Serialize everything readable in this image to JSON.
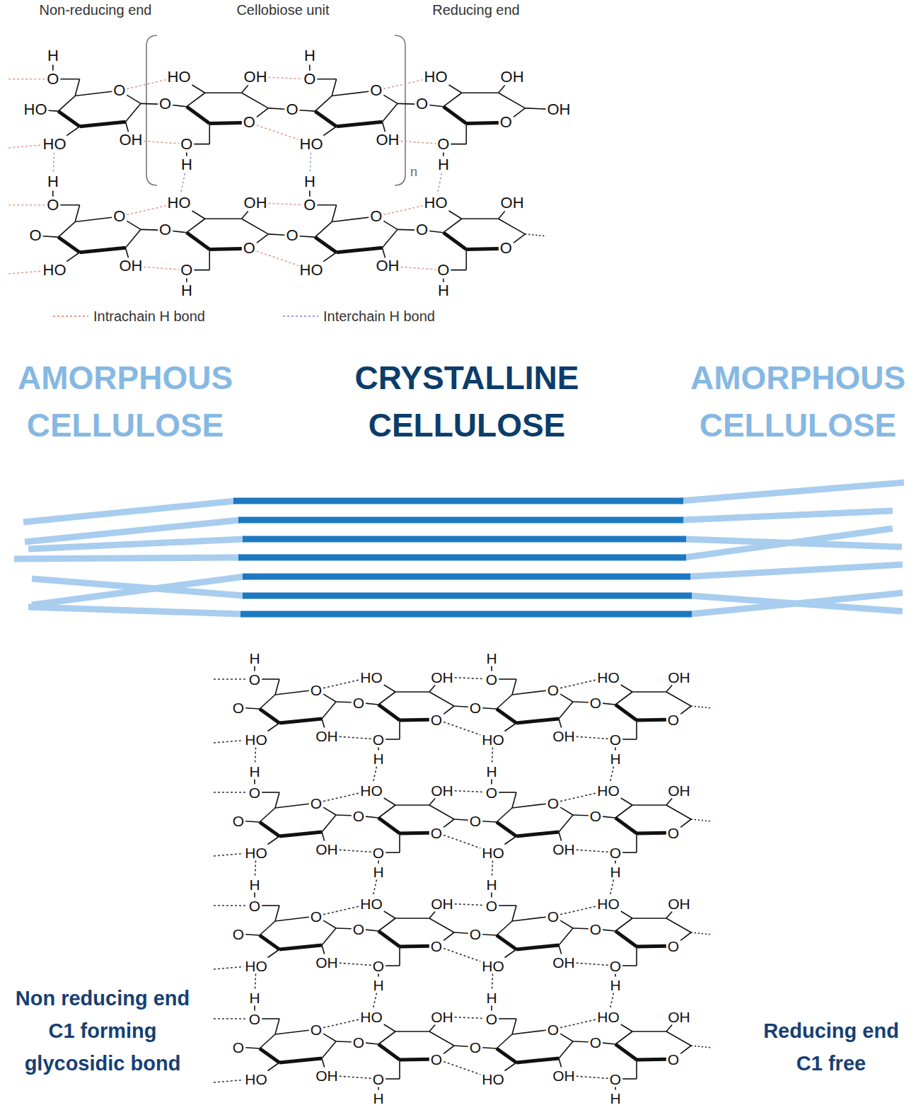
{
  "diagram": {
    "labels": [
      "Non-reducing end",
      "Cellobiose unit",
      "Reducing end",
      "H",
      "O",
      "O",
      "HO",
      "OH",
      "HO",
      "O",
      "O",
      "HO",
      "OH",
      "O",
      "H",
      "H",
      "O",
      "O",
      "HO",
      "OH",
      "O",
      "O",
      "O",
      "HO",
      "OH",
      "O",
      "H",
      "OH",
      "H",
      "O",
      "O",
      "HO",
      "OH",
      "O",
      "O",
      "O",
      "HO",
      "OH",
      "O",
      "H",
      "H",
      "O",
      "O",
      "HO",
      "OH",
      "O",
      "O",
      "O",
      "HO",
      "OH",
      "O",
      "H",
      "n",
      "AMORPHOUS CELLULOSE",
      "CRYSTALLINE CELLULOSE",
      "AMORPHOUS CELLULOSE",
      "H",
      "O",
      "O",
      "HO",
      "OH",
      "O",
      "O",
      "O",
      "HO",
      "OH",
      "O",
      "H",
      "H",
      "O",
      "O",
      "HO",
      "OH",
      "O",
      "O",
      "O",
      "HO",
      "OH",
      "O",
      "H",
      "H",
      "O",
      "O",
      "HO",
      "OH",
      "O",
      "O",
      "O",
      "HO",
      "OH",
      "O",
      "H",
      "H",
      "O",
      "O",
      "HO",
      "OH",
      "O",
      "O",
      "O",
      "HO",
      "OH",
      "O",
      "H",
      "H",
      "O",
      "O",
      "HO",
      "OH",
      "O",
      "O",
      "O",
      "HO",
      "OH",
      "O",
      "H",
      "H",
      "O",
      "O",
      "HO",
      "OH",
      "O",
      "O",
      "O",
      "HO",
      "OH",
      "O",
      "H",
      "H",
      "O",
      "O",
      "HO",
      "OH",
      "O",
      "O",
      "O",
      "HO",
      "OH",
      "O",
      "H",
      "H",
      "O",
      "O",
      "HO",
      "OH",
      "O",
      "O",
      "O",
      "HO",
      "OH",
      "O",
      "H",
      "Non reducing end C1 forming glycosidic bond",
      "Reducing end C1 free"
    ],
    "legend": [
      {
        "text": "Intrachain H bond"
      },
      {
        "text": "Interchain H bond"
      }
    ]
  }
}
